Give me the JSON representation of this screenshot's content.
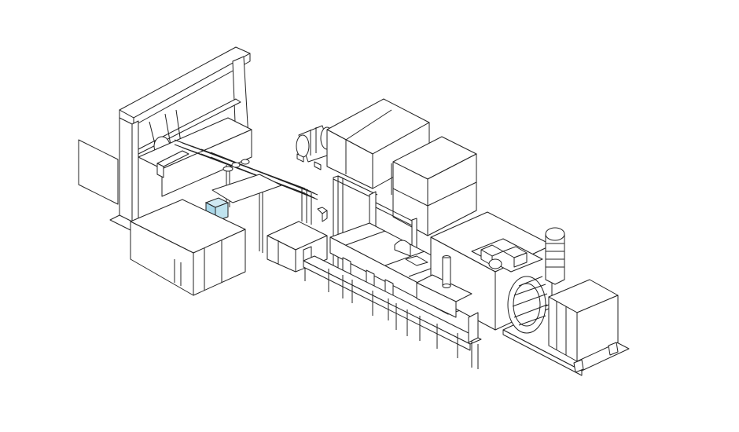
{
  "diagram": {
    "kind": "isometric-line-drawing",
    "subject": "industrial-plant-equipment-layout",
    "accent_color": "#a9d8ea",
    "line_color": "#222222",
    "background": "#ffffff",
    "components": [
      {
        "id": "gantry-crane"
      },
      {
        "id": "left-enclosure"
      },
      {
        "id": "control-cabinet-blue"
      },
      {
        "id": "pipe-rack"
      },
      {
        "id": "heat-exchanger-left"
      },
      {
        "id": "central-tall-duct"
      },
      {
        "id": "upper-box-module-1"
      },
      {
        "id": "upper-box-module-2"
      },
      {
        "id": "main-process-skid"
      },
      {
        "id": "stack-pipe"
      },
      {
        "id": "equipment-rack-right"
      },
      {
        "id": "heat-exchanger-right"
      },
      {
        "id": "fan-drive-unit"
      }
    ]
  }
}
